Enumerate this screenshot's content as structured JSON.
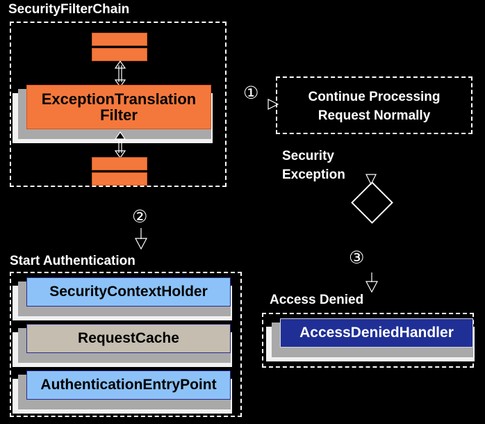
{
  "diagram": {
    "background_color": "#000000",
    "text_color": "#ffffff",
    "accent_orange": "#f4783c",
    "accent_blue": "#8cc2f7",
    "accent_navy": "#1f2f96",
    "accent_gray": "#c4bdb0"
  },
  "groups": {
    "security_filter_chain": {
      "label": "SecurityFilterChain"
    },
    "continue_processing": {
      "label": "Continue Processing\nRequest Normally",
      "line1": "Continue Processing",
      "line2": "Request Normally"
    },
    "start_authentication": {
      "label": "Start Authentication"
    },
    "access_denied": {
      "label": "Access Denied"
    }
  },
  "components": {
    "exception_translation_filter": {
      "label": "ExceptionTranslation\nFilter",
      "line1": "ExceptionTranslation",
      "line2": "Filter",
      "color": "#f4783c"
    },
    "security_context_holder": {
      "label": "SecurityContextHolder",
      "color": "#8cc2f7"
    },
    "request_cache": {
      "label": "RequestCache",
      "color": "#c4bdb0"
    },
    "authentication_entry_point": {
      "label": "AuthenticationEntryPoint",
      "color": "#8cc2f7"
    },
    "access_denied_handler": {
      "label": "AccessDeniedHandler",
      "color": "#1f2f96"
    }
  },
  "filter_bars": [
    {
      "name": "filter-bar-top-1"
    },
    {
      "name": "filter-bar-top-2"
    },
    {
      "name": "filter-bar-bottom-1"
    },
    {
      "name": "filter-bar-bottom-2"
    }
  ],
  "steps": {
    "one": "①",
    "two": "②",
    "three": "③"
  },
  "annotations": {
    "security_exception_line1": "Security",
    "security_exception_line2": "Exception"
  }
}
